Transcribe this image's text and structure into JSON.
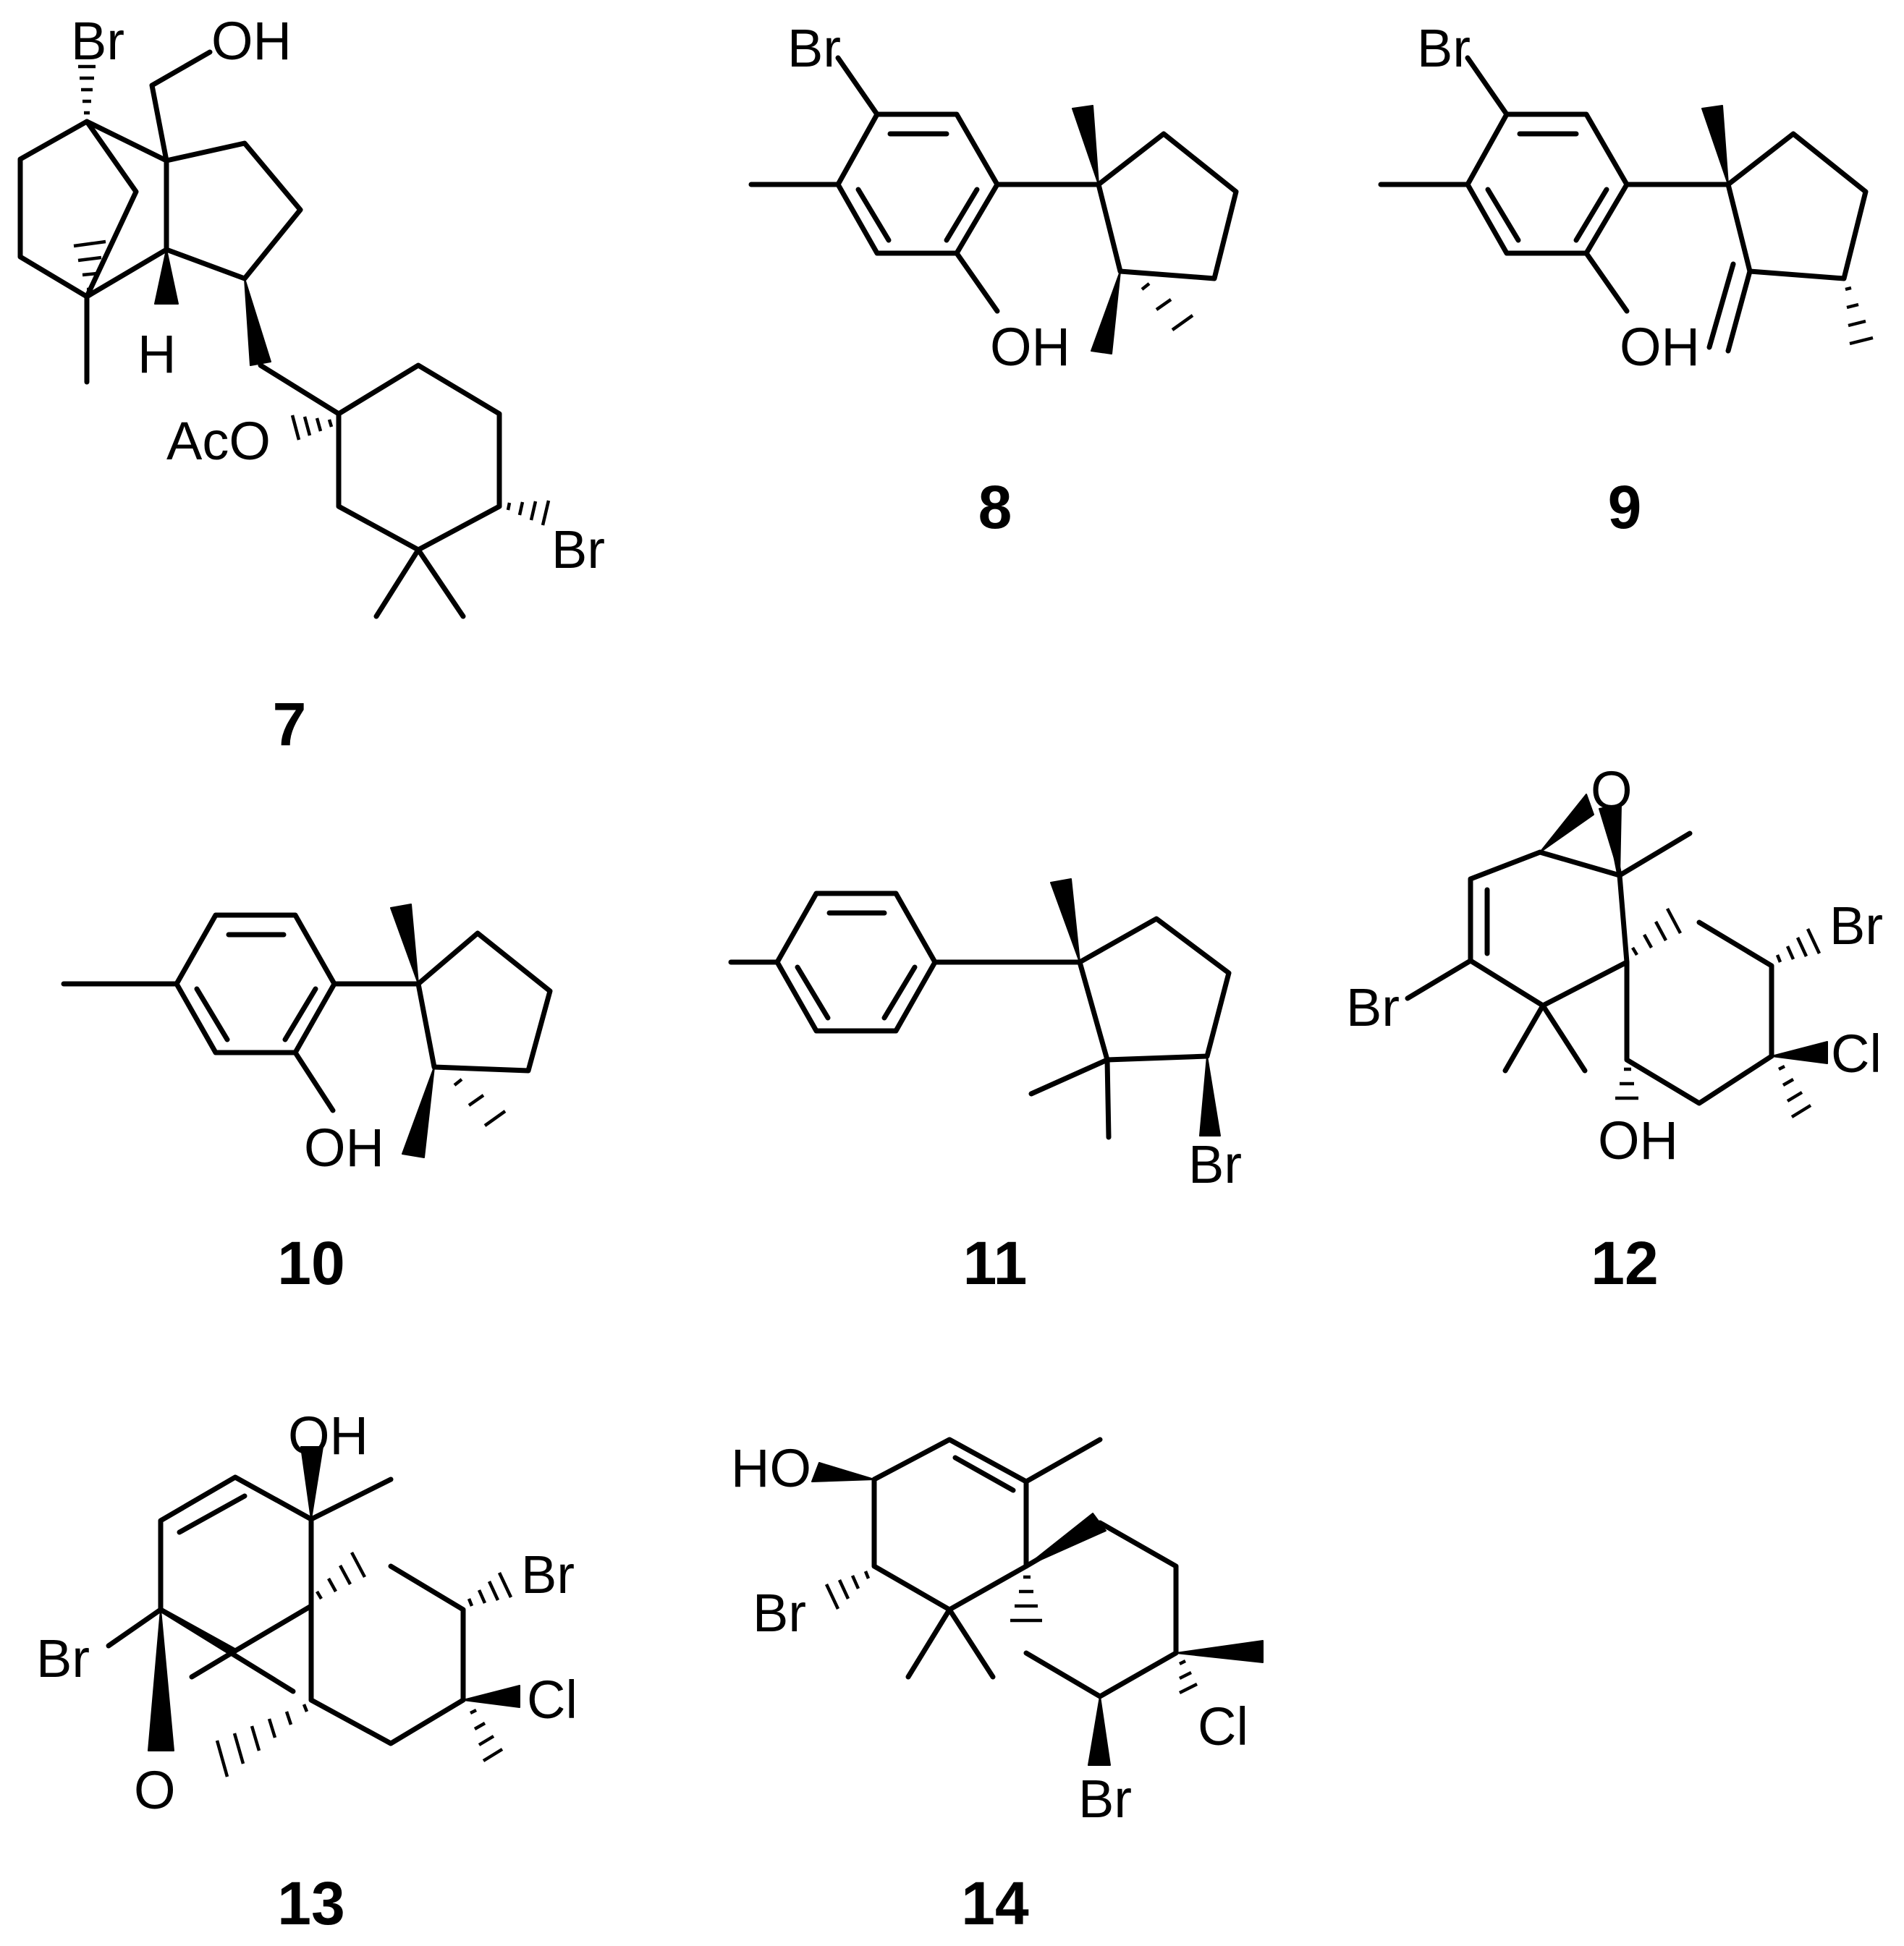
{
  "compounds": [
    {
      "number": "7",
      "atoms": {
        "br1": "Br",
        "oh": "OH",
        "h": "H",
        "aco": "AcO",
        "br2": "Br"
      }
    },
    {
      "number": "8",
      "atoms": {
        "br": "Br",
        "oh": "OH"
      }
    },
    {
      "number": "9",
      "atoms": {
        "br": "Br",
        "oh": "OH"
      }
    },
    {
      "number": "10",
      "atoms": {
        "oh": "OH"
      }
    },
    {
      "number": "11",
      "atoms": {
        "br": "Br"
      }
    },
    {
      "number": "12",
      "atoms": {
        "o": "O",
        "br1": "Br",
        "br2": "Br",
        "cl": "Cl",
        "oh": "OH"
      }
    },
    {
      "number": "13",
      "atoms": {
        "oh": "OH",
        "br1": "Br",
        "br2": "Br",
        "cl": "Cl",
        "o": "O"
      }
    },
    {
      "number": "14",
      "atoms": {
        "ho": "HO",
        "br1": "Br",
        "cl": "Cl",
        "br2": "Br"
      }
    }
  ]
}
